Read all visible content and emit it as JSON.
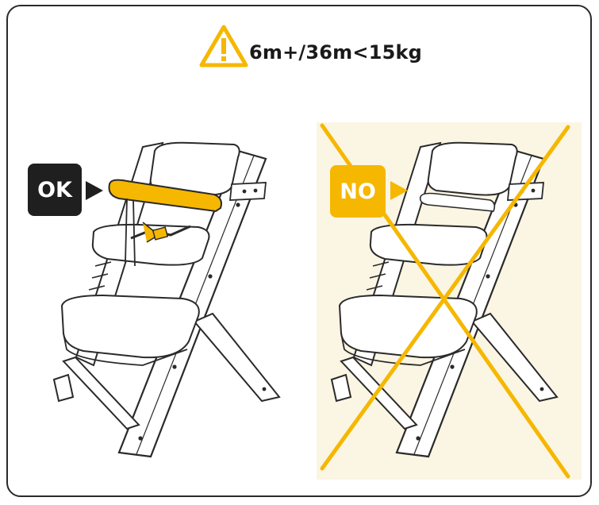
{
  "header": {
    "warning_icon": "warning-triangle-icon",
    "spec_text": "6m+/36m<15kg"
  },
  "left_panel": {
    "badge_label": "OK"
  },
  "right_panel": {
    "badge_label": "NO"
  },
  "colors": {
    "accent_yellow": "#F5B700",
    "dark_badge": "#1F1F1F",
    "no_panel_bg": "#FBF5E3",
    "outline": "#2A2A2A"
  }
}
